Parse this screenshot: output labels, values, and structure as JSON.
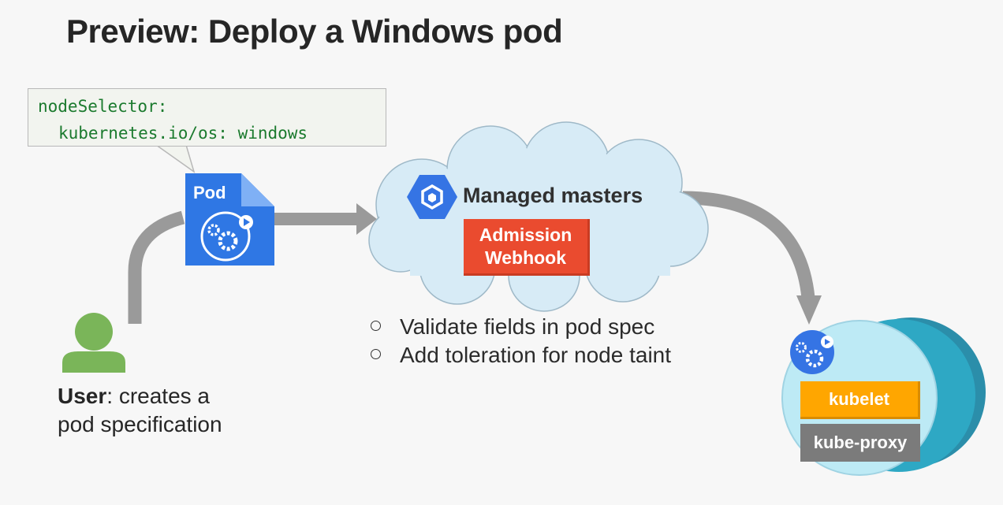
{
  "title": "Preview: Deploy a Windows pod",
  "code": {
    "line1": "nodeSelector:",
    "line2": "kubernetes.io/os: windows"
  },
  "pod": {
    "label": "Pod"
  },
  "masters": {
    "label": "Managed masters",
    "webhook_line1": "Admission",
    "webhook_line2": "Webhook"
  },
  "bullets": [
    "Validate fields in pod spec",
    "Add toleration for node taint"
  ],
  "user": {
    "bold": "User",
    "rest1": ": creates a",
    "rest2": "pod specification"
  },
  "node": {
    "kubelet": "kubelet",
    "kube_proxy": "kube-proxy"
  },
  "colors": {
    "code_text": "#1b7a2e",
    "pod_blue": "#2f77e4",
    "cloud": "#d7ebf6",
    "webhook": "#ea4b2f",
    "kubelet": "#ffa600",
    "kube_proxy": "#7b7b7b",
    "node_teal": "#2ea8c4",
    "node_light": "#bdeaf5",
    "user_green": "#7ab559",
    "arrow": "#9a9a9a"
  }
}
